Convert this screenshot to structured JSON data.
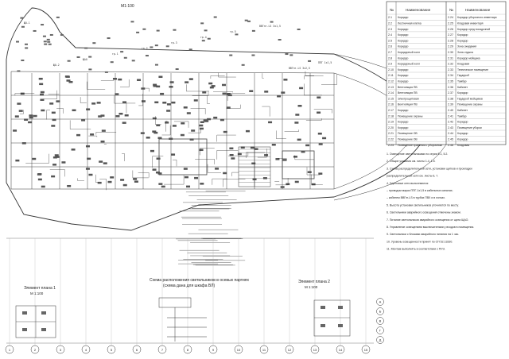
{
  "sheet": {
    "title": "М1:100",
    "plan_title_line1": "Схема расположения светильников в осевых партиях",
    "plan_title_line2": "(схема дана для шкафа ВЛ)",
    "elem_plan1_title": "Элемент плана 1",
    "elem_plan1_scale": "М 1:100",
    "elem_plan2_title": "Элемент плана 2",
    "elem_plan2_scale": "М 1:100"
  },
  "legend": {
    "header_no": "№",
    "header_name": "Наименование",
    "rows_left": [
      {
        "no": "2.1",
        "name": "Коридор"
      },
      {
        "no": "2.2",
        "name": "Лестничная клетка"
      },
      {
        "no": "2.3",
        "name": "Коридор"
      },
      {
        "no": "2.4",
        "name": "Коридор"
      },
      {
        "no": "2.5",
        "name": "Коридор"
      },
      {
        "no": "2.6",
        "name": "Коридор"
      },
      {
        "no": "2.7",
        "name": "Коридорный холл"
      },
      {
        "no": "2.8",
        "name": "Коридор"
      },
      {
        "no": "2.9",
        "name": "Коридорный холл"
      },
      {
        "no": "2.10",
        "name": "Коридор"
      },
      {
        "no": "2.11",
        "name": "Коридор"
      },
      {
        "no": "2.12",
        "name": "Коридор"
      },
      {
        "no": "2.13",
        "name": "Вентиляция ПВ"
      },
      {
        "no": "2.14",
        "name": "Вентиляция ПВ"
      },
      {
        "no": "2.15",
        "name": "Электрощитовая"
      },
      {
        "no": "2.16",
        "name": "Вентиляция ПВ"
      },
      {
        "no": "2.17",
        "name": "Коридор"
      },
      {
        "no": "2.18",
        "name": "Помещение охраны"
      },
      {
        "no": "2.19",
        "name": "Коридор"
      },
      {
        "no": "2.20",
        "name": "Коридор"
      },
      {
        "no": "2.21",
        "name": "Помещение ОВ"
      },
      {
        "no": "2.22",
        "name": "Помещение ОВ"
      },
      {
        "no": "2.23",
        "name": "Помещение хранения с уборочным"
      }
    ],
    "rows_right": [
      {
        "no": "2.24",
        "name": "Коридор уборочного инвентаря"
      },
      {
        "no": "2.25",
        "name": "Кладовая инвентаря"
      },
      {
        "no": "2.26",
        "name": "Коридор сред посадочной"
      },
      {
        "no": "2.27",
        "name": "Коридор"
      },
      {
        "no": "2.28",
        "name": "Коридор"
      },
      {
        "no": "2.29",
        "name": "Зона ожидания"
      },
      {
        "no": "2.30",
        "name": "Зона отдыха"
      },
      {
        "no": "2.31",
        "name": "Коридор мойщика"
      },
      {
        "no": "2.32",
        "name": "Кладовая"
      },
      {
        "no": "2.33",
        "name": "Техническое помещение"
      },
      {
        "no": "2.34",
        "name": "Гардероб"
      },
      {
        "no": "2.35",
        "name": "Тамбур"
      },
      {
        "no": "2.36",
        "name": "Кабинет"
      },
      {
        "no": "2.37",
        "name": "Коридор"
      },
      {
        "no": "2.38",
        "name": "Гардероб мойщиков"
      },
      {
        "no": "2.39",
        "name": "Помещение охраны"
      },
      {
        "no": "2.40",
        "name": "Кабинет"
      },
      {
        "no": "2.41",
        "name": "Тамбур"
      },
      {
        "no": "2.42",
        "name": "Коридор"
      },
      {
        "no": "2.43",
        "name": "Помещение уборки"
      },
      {
        "no": "2.44",
        "name": "Коридор"
      },
      {
        "no": "2.45",
        "name": "Коридор"
      },
      {
        "no": "2.46",
        "name": "Кладовая"
      }
    ]
  },
  "notes": [
    "1. Освещение светильниками по серии 5.1, 5.2.",
    "2. Общие указания см. листы 1.4, 1.5.",
    "3. Схема распределительной сети, установки щитков и прокладки",
    "   распределительной сети см. листы 6, 7.",
    "4. Групповые сети выполняются:",
    "   – проводом марки ППГ-1х1,5 в кабельных каналах;",
    "   – кабелем ВВГнг-LS в трубах ПВХ и в лотках.",
    "5. Высота установки светильников уточняется по месту.",
    "6. Светильники аварийного освещения отмечены знаком.",
    "7. Питание светильников аварийного освещения от щита ЩАО.",
    "8. Управление освещением выключателями у входов в помещения.",
    "9. Светильники с блоками аварийного питания на 1 час.",
    "10. Уровень освещенности принят по СП 52.13330.",
    "11. Монтаж выполнять в соответствии с ПУЭ."
  ],
  "plan_labels": [
    "ЩО-1",
    "ЩО-2",
    "ЩАО",
    "гр.1",
    "гр.2",
    "гр.3",
    "гр.4",
    "гр.5",
    "ВВГнг-LS 3х1,5",
    "ВВГнг-LS 3х2,5",
    "ППГ 1х1,5"
  ],
  "axes_bottom": [
    "1",
    "2",
    "3",
    "4",
    "5",
    "6",
    "7",
    "8",
    "9",
    "10",
    "11",
    "12",
    "13",
    "14",
    "15"
  ],
  "axes_right": [
    "А",
    "Б",
    "В",
    "Г",
    "Д"
  ]
}
